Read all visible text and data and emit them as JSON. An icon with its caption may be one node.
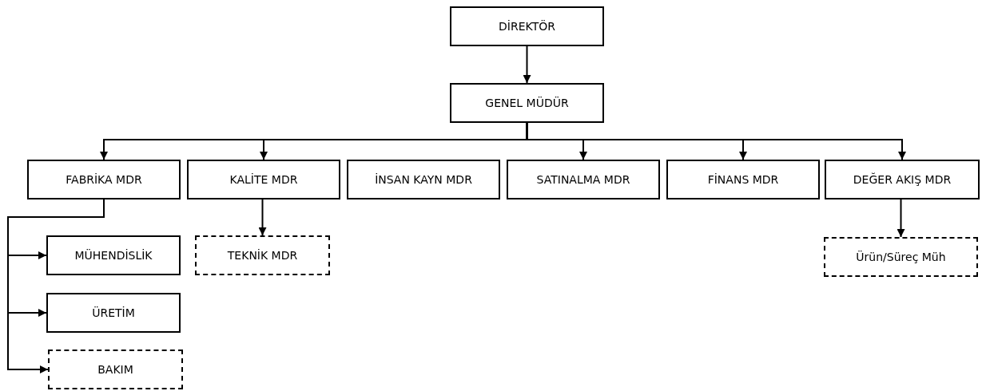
{
  "diagram": {
    "nodes": [
      {
        "text": [
          "DİREKTÖR"
        ]
      },
      {
        "text": [
          "GENEL MÜDÜR"
        ]
      },
      {
        "text": [
          "FABRİKA MDR"
        ]
      },
      {
        "text": [
          "KALİTE MDR"
        ]
      },
      {
        "text": [
          "İNSAN KAYN MDR"
        ]
      },
      {
        "text": [
          "SATINALMA MDR"
        ]
      },
      {
        "text": [
          "FİNANS MDR"
        ]
      },
      {
        "text": [
          "DEĞER AKIŞ MDR"
        ]
      },
      {
        "text": [
          "MÜHENDİSLİK"
        ]
      },
      {
        "text": [
          "ÜRETİM"
        ]
      },
      {
        "text": [
          "BAKIM"
        ]
      },
      {
        "text": [
          "TEKNİK MDR"
        ]
      },
      {
        "text": [
          "Ürün/Süreç Müh"
        ]
      }
    ],
    "edges": [
      {
        "from": 0,
        "to": 1,
        "arrow": "to"
      },
      {
        "from": 1,
        "to": 2,
        "arrow": "to"
      },
      {
        "from": 1,
        "to": 3,
        "arrow": "to"
      },
      {
        "from": 1,
        "to": 5,
        "arrow": "to"
      },
      {
        "from": 1,
        "to": 6,
        "arrow": "to"
      },
      {
        "from": 1,
        "to": 7,
        "arrow": "to"
      },
      {
        "from": 2,
        "to": 8,
        "arrow": "to"
      },
      {
        "from": 2,
        "to": 9,
        "arrow": "to"
      },
      {
        "from": 2,
        "to": 10,
        "arrow": "to"
      },
      {
        "from": 3,
        "to": 11,
        "arrow": "to"
      },
      {
        "from": 7,
        "to": 12,
        "arrow": "to"
      }
    ]
  }
}
